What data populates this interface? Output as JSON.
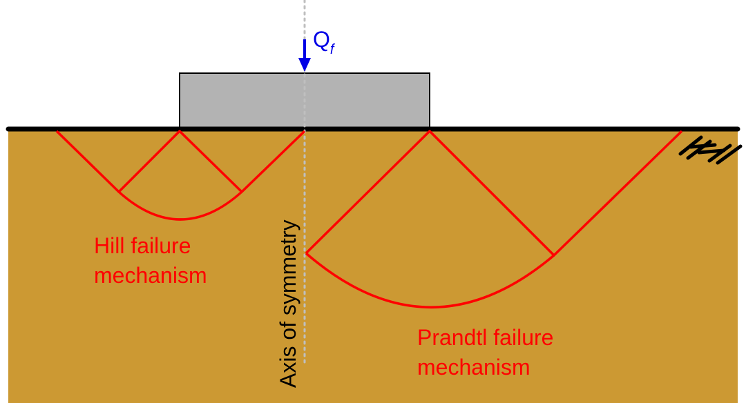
{
  "labels": {
    "load_symbol": "Q",
    "load_subscript": "f",
    "hill": [
      "Hill failure",
      "mechanism"
    ],
    "prandtl": [
      "Prandtl failure",
      "mechanism"
    ],
    "axis": "Axis of symmetry"
  },
  "colors": {
    "soil": "#CC9933",
    "footing": "#B3B3B3",
    "failure_lines": "#FF0000",
    "load_arrow": "#0000E6",
    "ground": "#000000",
    "axis_line": "#BFBFBF"
  },
  "icons": {
    "soil_hatch": "soil-hatch-icon",
    "load_arrow": "down-arrow-icon"
  }
}
